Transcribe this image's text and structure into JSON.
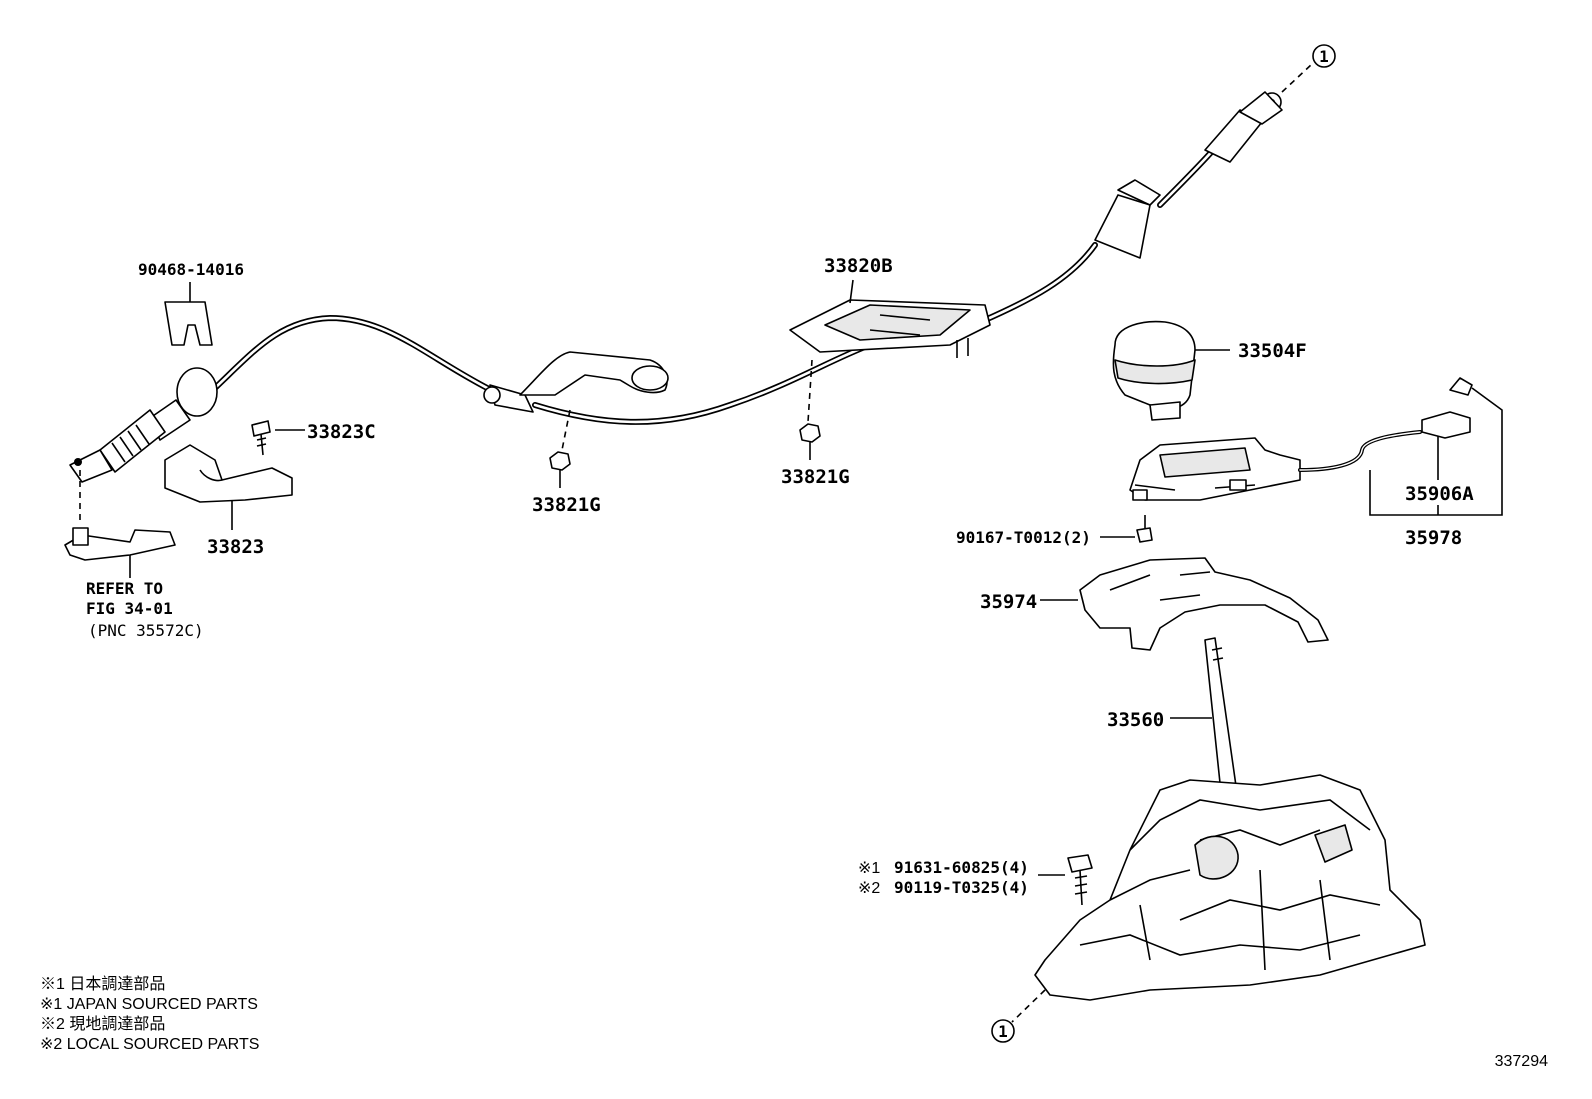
{
  "labels": {
    "clip_90468": "90468-14016",
    "bolt_33823C": "33823C",
    "bracket_33823": "33823",
    "refer_line1": "REFER TO",
    "refer_line2": "FIG 34-01",
    "refer_line3": "(PNC 35572C)",
    "nut_33821G_left": "33821G",
    "nut_33821G_right": "33821G",
    "cable_33820B": "33820B",
    "knob_33504F": "33504F",
    "switch_35906A": "35906A",
    "assy_35978": "35978",
    "screw_90167": "90167-T0012(2)",
    "cover_35974": "35974",
    "lever_33560": "33560",
    "bolt_91631": "91631-60825(4)",
    "bolt_90119": "90119-T0325(4)",
    "mark1": "※1",
    "mark2": "※2",
    "callout_top": "1",
    "callout_bottom": "1",
    "figure_number": "337294"
  },
  "legend": [
    "※1  日本調達部品",
    "※1  JAPAN SOURCED PARTS",
    "※2  現地調達部品",
    "※2  LOCAL SOURCED PARTS"
  ]
}
